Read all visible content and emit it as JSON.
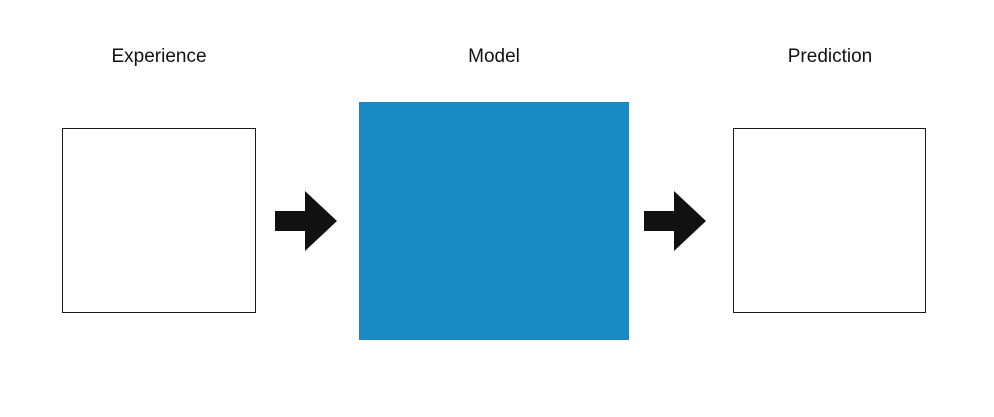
{
  "labels": {
    "experience": "Experience",
    "model": "Model",
    "prediction": "Prediction"
  },
  "colors": {
    "model_fill": "#1a8ac4",
    "box_border": "#1a1a1a",
    "arrow": "#111111"
  },
  "icons": [
    "right-arrow-icon",
    "right-arrow-icon"
  ]
}
